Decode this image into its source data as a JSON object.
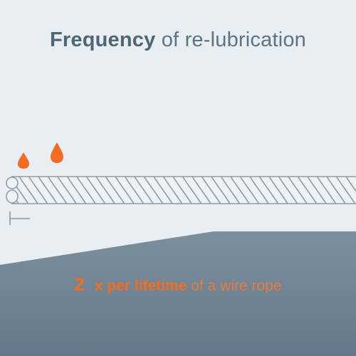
{
  "title": {
    "bold": "Frequency",
    "rest": " of re-lubrication"
  },
  "caption": {
    "number": "2",
    "strong": "x per lifetime",
    "rest": " of a wire rope"
  },
  "colors": {
    "background": "#e9eef2",
    "title": "#5d7282",
    "accent": "#f26d21",
    "panel": "#7b8f9d",
    "rope_stroke": "#8f9ba5",
    "rope_fill": "#eef2f5"
  },
  "icons": {
    "drop": "oil-drop-icon",
    "marker": "position-marker-icon"
  }
}
